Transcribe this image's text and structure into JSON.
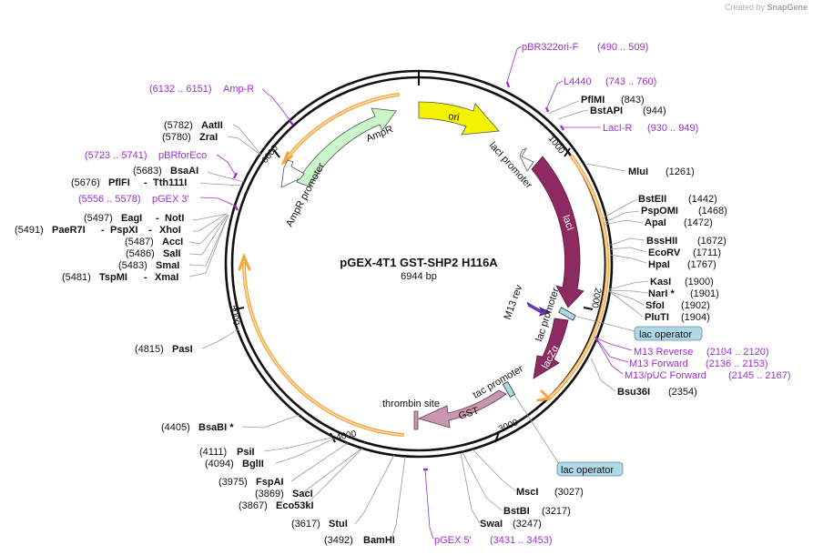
{
  "credit": {
    "prefix": "Created by",
    "brand": "SnapGene"
  },
  "plasmid": {
    "name": "pGEX-4T1 GST-SHP2 H116A",
    "length": "6944 bp"
  },
  "ticks": [
    "1000",
    "2000",
    "3000",
    "4000",
    "5000",
    "6000"
  ],
  "features": {
    "ori": "ori",
    "ampr": "AmpR",
    "ampr_promoter": "AmpR promoter",
    "laci_promoter": "lacI promoter",
    "laci": "lacI",
    "m13_rev": "M13 rev",
    "lac_promoter": "lac promoter",
    "lacza": "lacZα",
    "tac_promoter": "tac promoter",
    "gst": "GST",
    "thrombin": "thrombin site",
    "lac_operator_1": "lac operator",
    "lac_operator_2": "lac operator"
  },
  "enzymes": [
    {
      "name": "PflMI",
      "pos": "(843)"
    },
    {
      "name": "BstAPI",
      "pos": "(944)"
    },
    {
      "name": "MluI",
      "pos": "(1261)"
    },
    {
      "name": "BstEII",
      "pos": "(1442)"
    },
    {
      "name": "PspOMI",
      "pos": "(1468)"
    },
    {
      "name": "ApaI",
      "pos": "(1472)"
    },
    {
      "name": "BssHII",
      "pos": "(1672)"
    },
    {
      "name": "EcoRV",
      "pos": "(1711)"
    },
    {
      "name": "HpaI",
      "pos": "(1767)"
    },
    {
      "name": "KasI",
      "pos": "(1900)"
    },
    {
      "name": "NarI *",
      "pos": "(1901)"
    },
    {
      "name": "SfoI",
      "pos": "(1902)"
    },
    {
      "name": "PluTI",
      "pos": "(1904)"
    },
    {
      "name": "Bsu36I",
      "pos": "(2354)"
    },
    {
      "name": "MscI",
      "pos": "(3027)"
    },
    {
      "name": "BstBI",
      "pos": "(3217)"
    },
    {
      "name": "SwaI",
      "pos": "(3247)"
    },
    {
      "name": "BamHI",
      "pos": "(3492)"
    },
    {
      "name": "StuI",
      "pos": "(3617)"
    },
    {
      "name": "Eco53kI",
      "pos": "(3867)"
    },
    {
      "name": "SacI",
      "pos": "(3869)"
    },
    {
      "name": "FspAI",
      "pos": "(3975)"
    },
    {
      "name": "BglII",
      "pos": "(4094)"
    },
    {
      "name": "PsiI",
      "pos": "(4111)"
    },
    {
      "name": "BsaBI *",
      "pos": "(4405)"
    },
    {
      "name": "PasI",
      "pos": "(4815)"
    },
    {
      "name": "TspMI",
      "pos": "(5481)"
    },
    {
      "name": "XmaI",
      "pos": ""
    },
    {
      "name": "SmaI",
      "pos": "(5483)"
    },
    {
      "name": "SalI",
      "pos": "(5486)"
    },
    {
      "name": "AccI",
      "pos": "(5487)"
    },
    {
      "name": "PaeR7I",
      "pos": "(5491)"
    },
    {
      "name": "PspXI",
      "pos": ""
    },
    {
      "name": "XhoI",
      "pos": ""
    },
    {
      "name": "EagI",
      "pos": "(5497)"
    },
    {
      "name": "NotI",
      "pos": ""
    },
    {
      "name": "PflFI",
      "pos": "(5676)"
    },
    {
      "name": "Tth111I",
      "pos": ""
    },
    {
      "name": "BsaAI",
      "pos": "(5683)"
    },
    {
      "name": "ZraI",
      "pos": "(5780)"
    },
    {
      "name": "AatII",
      "pos": "(5782)"
    }
  ],
  "primers": [
    {
      "name": "pBR322ori-F",
      "range": "(490 .. 509)"
    },
    {
      "name": "L4440",
      "range": "(743 .. 760)"
    },
    {
      "name": "LacI-R",
      "range": "(930 .. 949)"
    },
    {
      "name": "M13 Reverse",
      "range": "(2104 .. 2120)"
    },
    {
      "name": "M13 Forward",
      "range": "(2136 .. 2153)"
    },
    {
      "name": "M13/pUC Forward",
      "range": "(2145 .. 2167)"
    },
    {
      "name": "pGEX 5'",
      "range": "(3431 .. 3453)"
    },
    {
      "name": "pGEX 3'",
      "range": "(5556 .. 5578)"
    },
    {
      "name": "pBRforEco",
      "range": "(5723 .. 5741)"
    },
    {
      "name": "Amp-R",
      "range": "(6132 .. 6151)"
    }
  ],
  "colors": {
    "backbone": "#111111",
    "orange_band": "#f6a43a",
    "ori": "#f5f200",
    "ampr": "#c9f7c9",
    "laci": "#8e2a62",
    "gst": "#c896ae",
    "primer": "#9a2fd0",
    "operator_box": "#aed8e6"
  }
}
